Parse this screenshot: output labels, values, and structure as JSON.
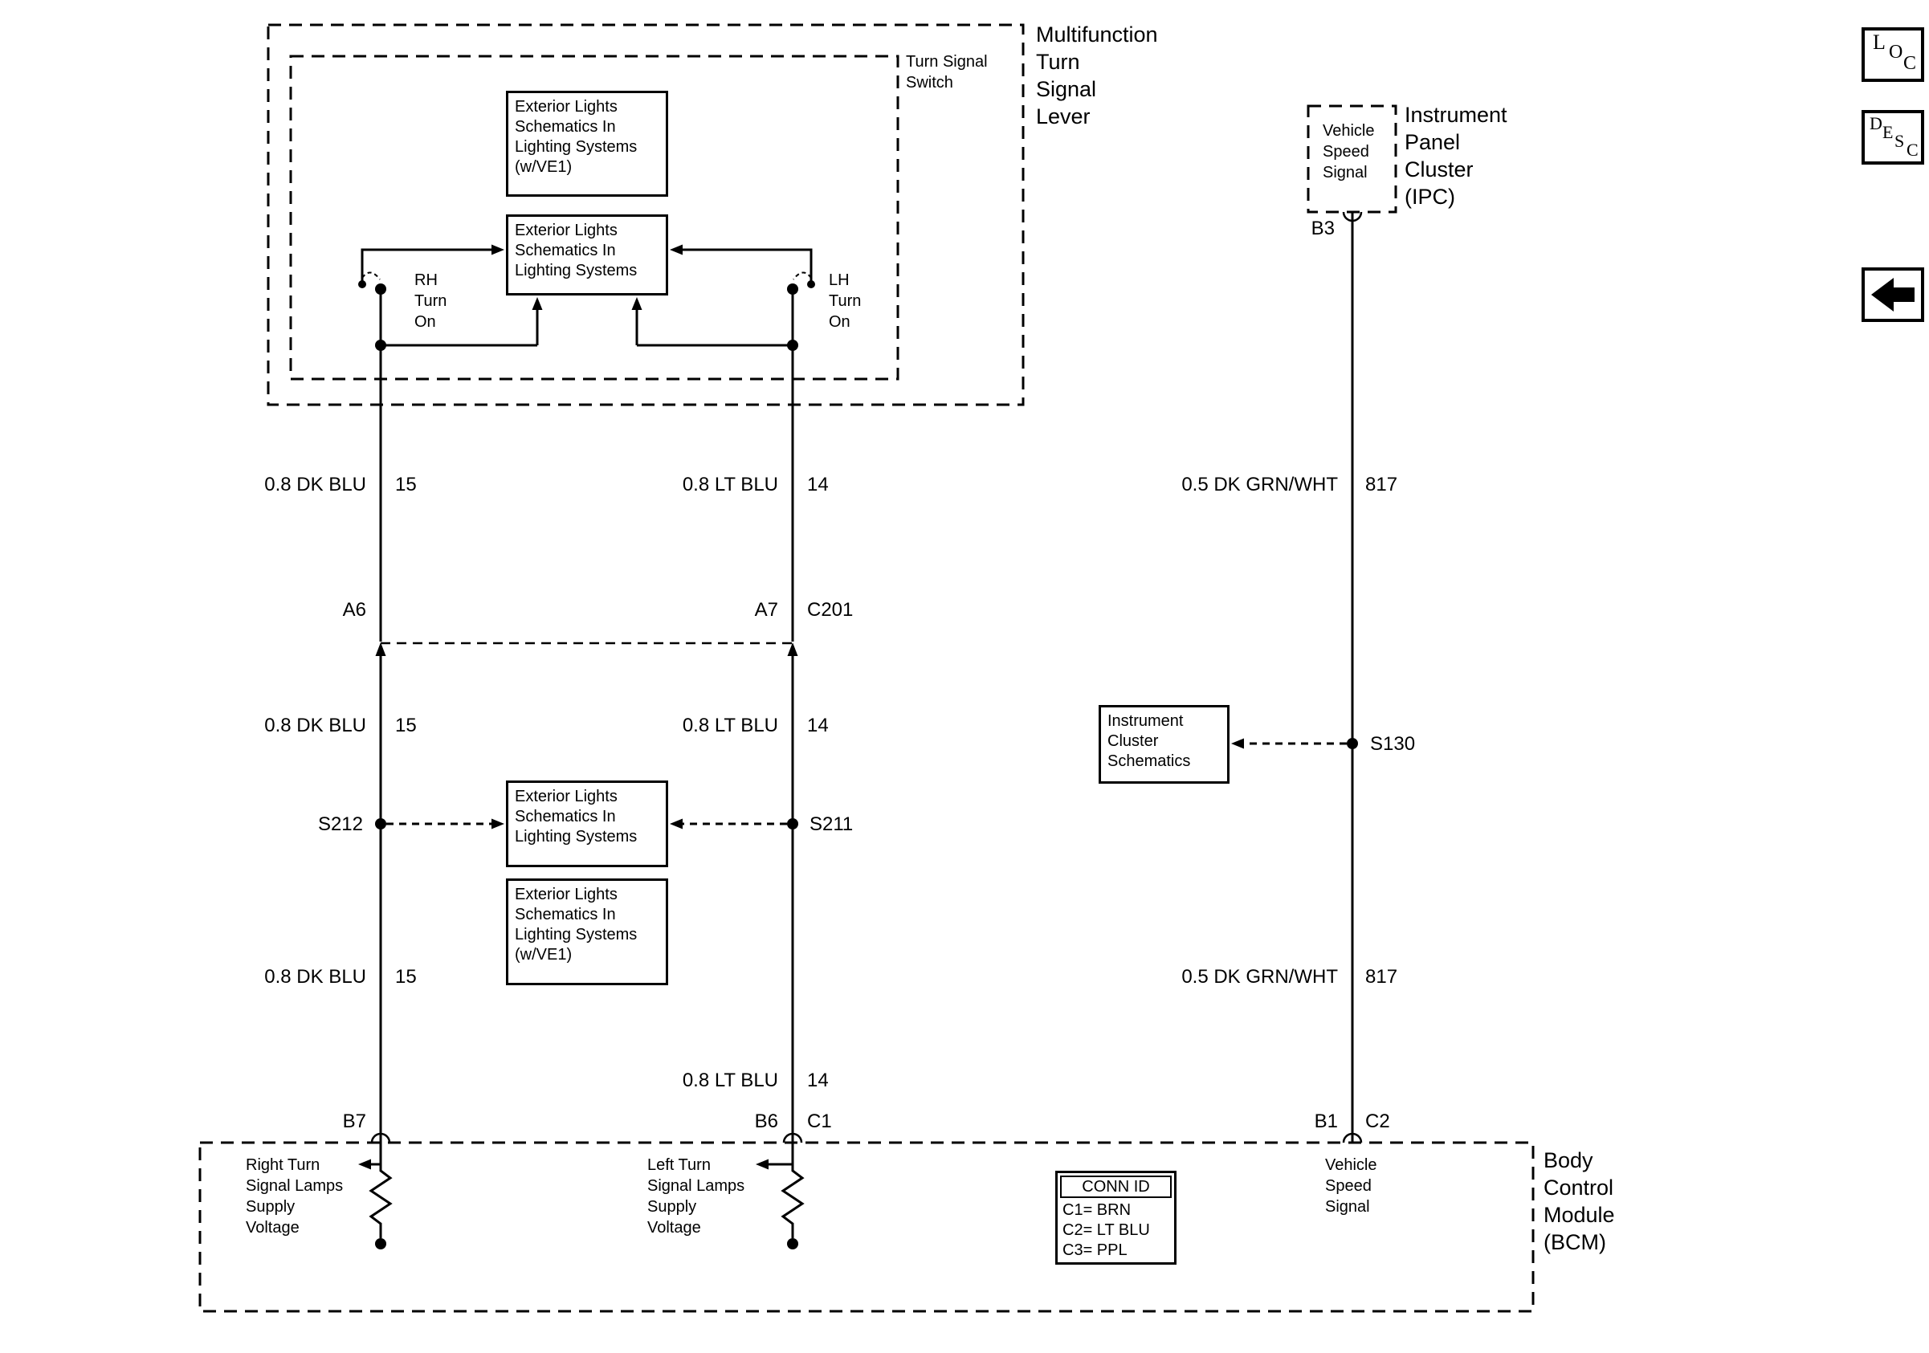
{
  "nav": {
    "loc_letters": [
      "L",
      "O",
      "C"
    ],
    "desc_letters": [
      "D",
      "E",
      "S",
      "C"
    ],
    "back_icon": "left-arrow"
  },
  "turn_signal_lever": {
    "label": "Multifunction\nTurn\nSignal\nLever",
    "switch_label": "Turn Signal\nSwitch",
    "rh_switch_label": "RH\nTurn\nOn",
    "lh_switch_label": "LH\nTurn\nOn",
    "ref_box_top": "Exterior Lights\nSchematics In\nLighting Systems\n(w/VE1)",
    "ref_box_inner": "Exterior Lights\nSchematics In\nLighting Systems"
  },
  "ipc": {
    "label": "Instrument\nPanel\nCluster\n(IPC)",
    "signal_label": "Vehicle\nSpeed\nSignal",
    "pin": "B3"
  },
  "inline_connector": {
    "left_pin": "A6",
    "right_pin": "A7",
    "name": "C201"
  },
  "splices": {
    "right": "S212",
    "left": "S211",
    "vss": "S130"
  },
  "ref_boxes": {
    "splice_target": "Exterior Lights\nSchematics In\nLighting Systems",
    "ve1_bottom": "Exterior Lights\nSchematics In\nLighting Systems\n(w/VE1)",
    "instrument_cluster": "Instrument\nCluster\nSchematics"
  },
  "wires": {
    "right_turn_upper": {
      "spec": "0.8 DK BLU",
      "ckt": "15"
    },
    "right_turn_mid": {
      "spec": "0.8 DK BLU",
      "ckt": "15"
    },
    "right_turn_lower": {
      "spec": "0.8 DK BLU",
      "ckt": "15"
    },
    "left_turn_upper": {
      "spec": "0.8 LT BLU",
      "ckt": "14"
    },
    "left_turn_mid": {
      "spec": "0.8 LT BLU",
      "ckt": "14"
    },
    "left_turn_lower": {
      "spec": "0.8 LT BLU",
      "ckt": "14"
    },
    "vss_upper": {
      "spec": "0.5 DK GRN/WHT",
      "ckt": "817"
    },
    "vss_lower": {
      "spec": "0.5 DK GRN/WHT",
      "ckt": "817"
    }
  },
  "bcm": {
    "label": "Body\nControl\nModule\n(BCM)",
    "pins": {
      "right_turn": "B7",
      "left_turn": "B6",
      "left_turn_conn": "C1",
      "vss": "B1",
      "vss_conn": "C2"
    },
    "right_turn_label": "Right Turn\nSignal Lamps\nSupply\nVoltage",
    "left_turn_label": "Left Turn\nSignal Lamps\nSupply\nVoltage",
    "vss_label": "Vehicle\nSpeed\nSignal",
    "conn_id": {
      "title": "CONN ID",
      "rows": [
        "C1= BRN",
        "C2= LT BLU",
        "C3= PPL"
      ]
    }
  }
}
